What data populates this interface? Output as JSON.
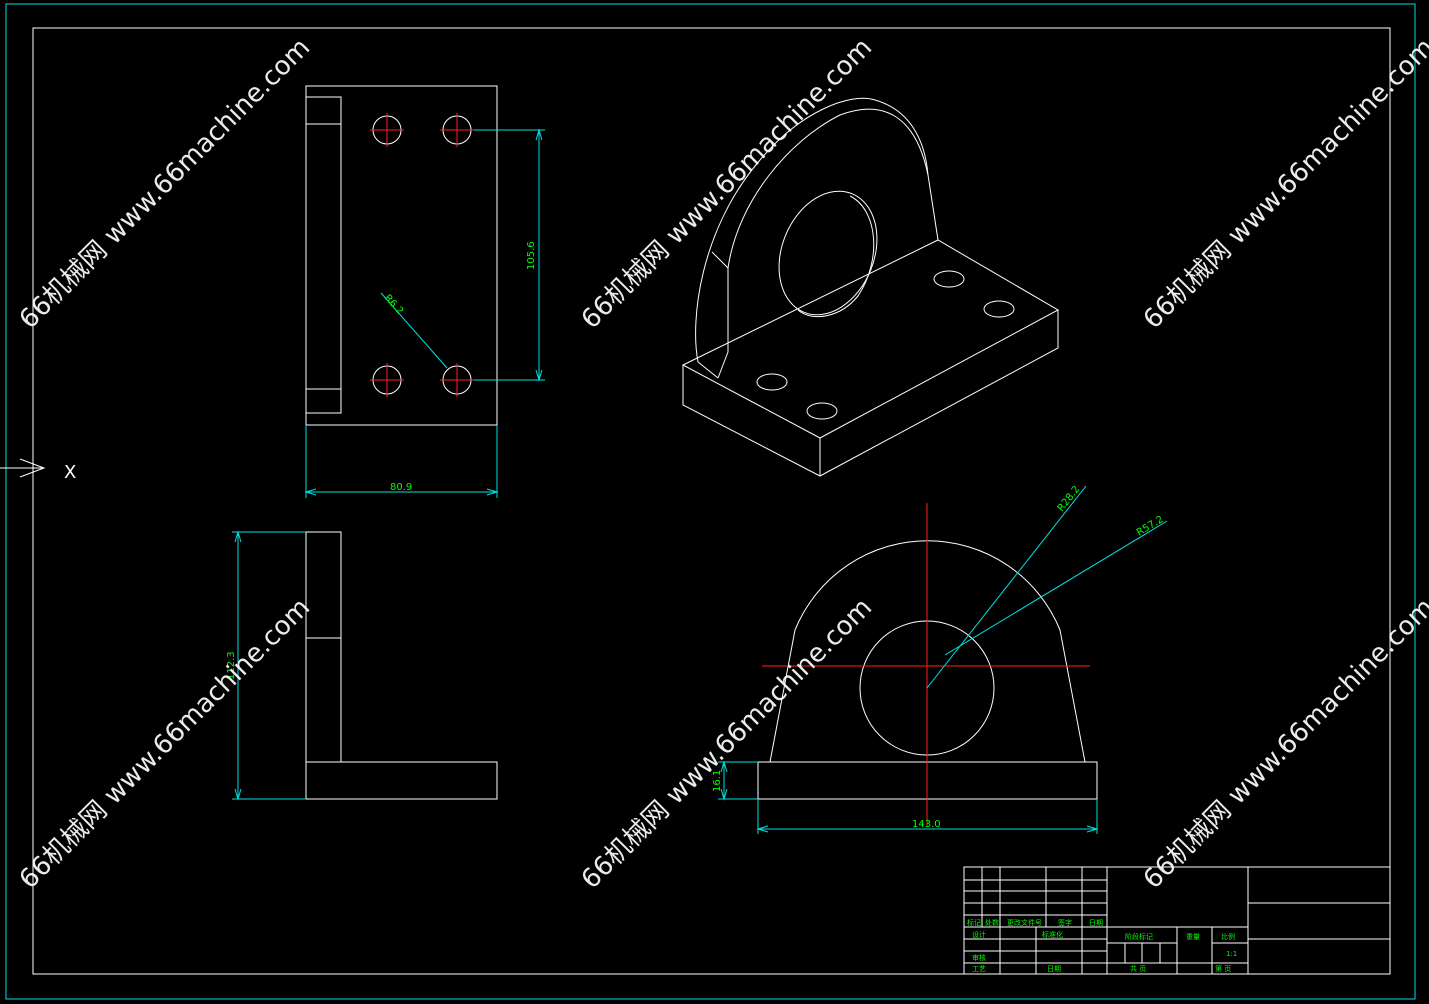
{
  "watermark": "66机械网 www.66machine.com",
  "dimensions": {
    "hole_spacing": "105.6",
    "hole_radius": "R6.2",
    "top_width": "80.9",
    "side_height": "112.3",
    "front_width": "143.0",
    "base_height": "16.1",
    "bore_radius": "R28.2",
    "outer_radius": "R57.2"
  },
  "title_block": {
    "r1": "标记",
    "r2": "处数",
    "r3": "更改文件号",
    "r4": "签字",
    "r5": "日期",
    "design": "设计",
    "standard": "标准化",
    "stage": "阶段标记",
    "weight": "重量",
    "scale": "比例",
    "scale_value": "1:1",
    "review": "审核",
    "process": "工艺",
    "date": "日期",
    "total": "共  页",
    "page": "第  页"
  },
  "axis_label": "X"
}
